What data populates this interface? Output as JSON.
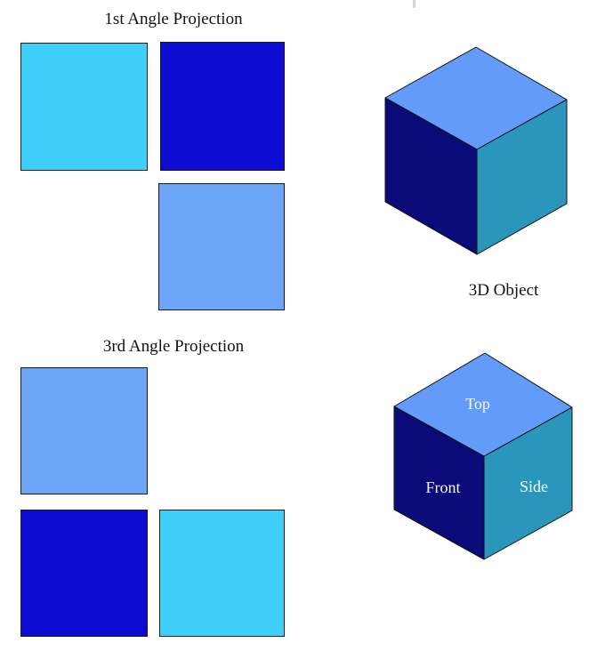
{
  "first_angle": {
    "title": "1st Angle Projection",
    "side_view_color": "#3FCFF8",
    "front_view_color": "#0B0BD2",
    "top_view_color": "#6DA5F8"
  },
  "third_angle": {
    "title": "3rd Angle Projection",
    "top_view_color": "#6DA5F8",
    "front_view_color": "#0B0BD2",
    "side_view_color": "#3FCFF8"
  },
  "object_3d": {
    "caption": "3D Object",
    "top_face_color": "#639BFA",
    "front_face_color": "#0A0A78",
    "side_face_color": "#2A96BC"
  },
  "labeled_object": {
    "top_label": "Top",
    "front_label": "Front",
    "side_label": "Side",
    "label_color": "#F7F9FF",
    "top_face_color": "#639BFA",
    "front_face_color": "#0A0A78",
    "side_face_color": "#2A96BC"
  },
  "artifact": {
    "scrollbar_color": "#d4d4d4"
  }
}
